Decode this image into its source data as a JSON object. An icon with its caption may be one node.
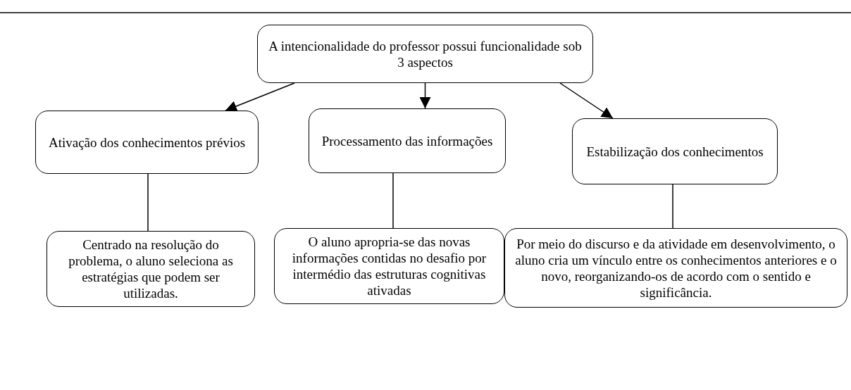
{
  "diagram": {
    "nodes": [
      {
        "text": [
          "A intencionalidade do professor possui funcionalidade sob 3 aspectos"
        ]
      },
      {
        "text": [
          "Ativação dos conhecimentos prévios"
        ]
      },
      {
        "text": [
          "Processamento das informações"
        ]
      },
      {
        "text": [
          "Estabilização dos conhecimentos"
        ]
      },
      {
        "text": [
          "Centrado na resolução do problema, o aluno seleciona as estratégias que podem ser utilizadas."
        ]
      },
      {
        "text": [
          "O aluno apropria-se das novas informações contidas no desafio por intermédio das estruturas cognitivas ativadas"
        ]
      },
      {
        "text": [
          "Por meio do discurso e da atividade em desenvolvimento, o aluno cria um vínculo entre os conhecimentos anteriores e o novo, reorganizando-os de acordo com o sentido e significância."
        ]
      }
    ],
    "edges": [
      {
        "from": 0,
        "to": 1,
        "arrow": "to"
      },
      {
        "from": 0,
        "to": 2,
        "arrow": "to"
      },
      {
        "from": 0,
        "to": 3,
        "arrow": "to"
      },
      {
        "from": 1,
        "to": 4,
        "arrow": "none"
      },
      {
        "from": 2,
        "to": 5,
        "arrow": "none"
      },
      {
        "from": 3,
        "to": 6,
        "arrow": "none"
      }
    ]
  }
}
